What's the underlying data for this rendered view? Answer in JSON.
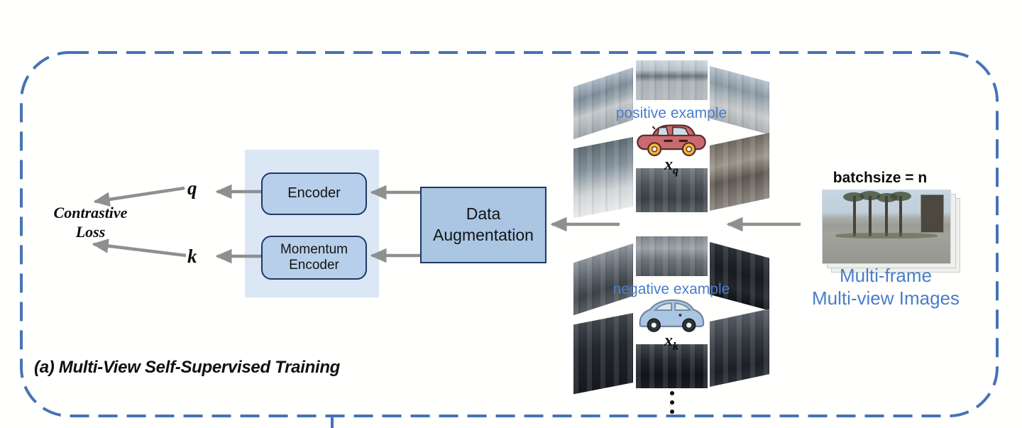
{
  "frame": {
    "caption": "(a) Multi-View Self-Supervised Training",
    "border_color": "#4673b4"
  },
  "loss": {
    "line1": "Contrastive",
    "line2": "Loss"
  },
  "outputs": {
    "q": "q",
    "k": "k"
  },
  "encoder": {
    "label": "Encoder"
  },
  "momentum_encoder": {
    "line1": "Momentum",
    "line2": "Encoder"
  },
  "data_augmentation": {
    "line1": "Data",
    "line2": "Augmentation"
  },
  "positive": {
    "label": "positive example",
    "var_base": "x",
    "var_sub": "q"
  },
  "negative": {
    "label": "negative example",
    "var_base": "x",
    "var_sub": "k"
  },
  "batch": {
    "label": "batchsize = n"
  },
  "multiview": {
    "line1": "Multi-frame",
    "line2": "Multi-view Images"
  },
  "colors": {
    "frame_blue": "#4673b4",
    "panel_blue": "#dbe7f5",
    "encoder_fill": "#b7cfeb",
    "box_border": "#1f3864",
    "data_aug_fill": "#aac6e3",
    "arrow_gray": "#8f8f8f",
    "accent_text_blue": "#4a7dc9",
    "positive_car_red": "#c96b6e",
    "negative_car_blue": "#aac6e2"
  }
}
